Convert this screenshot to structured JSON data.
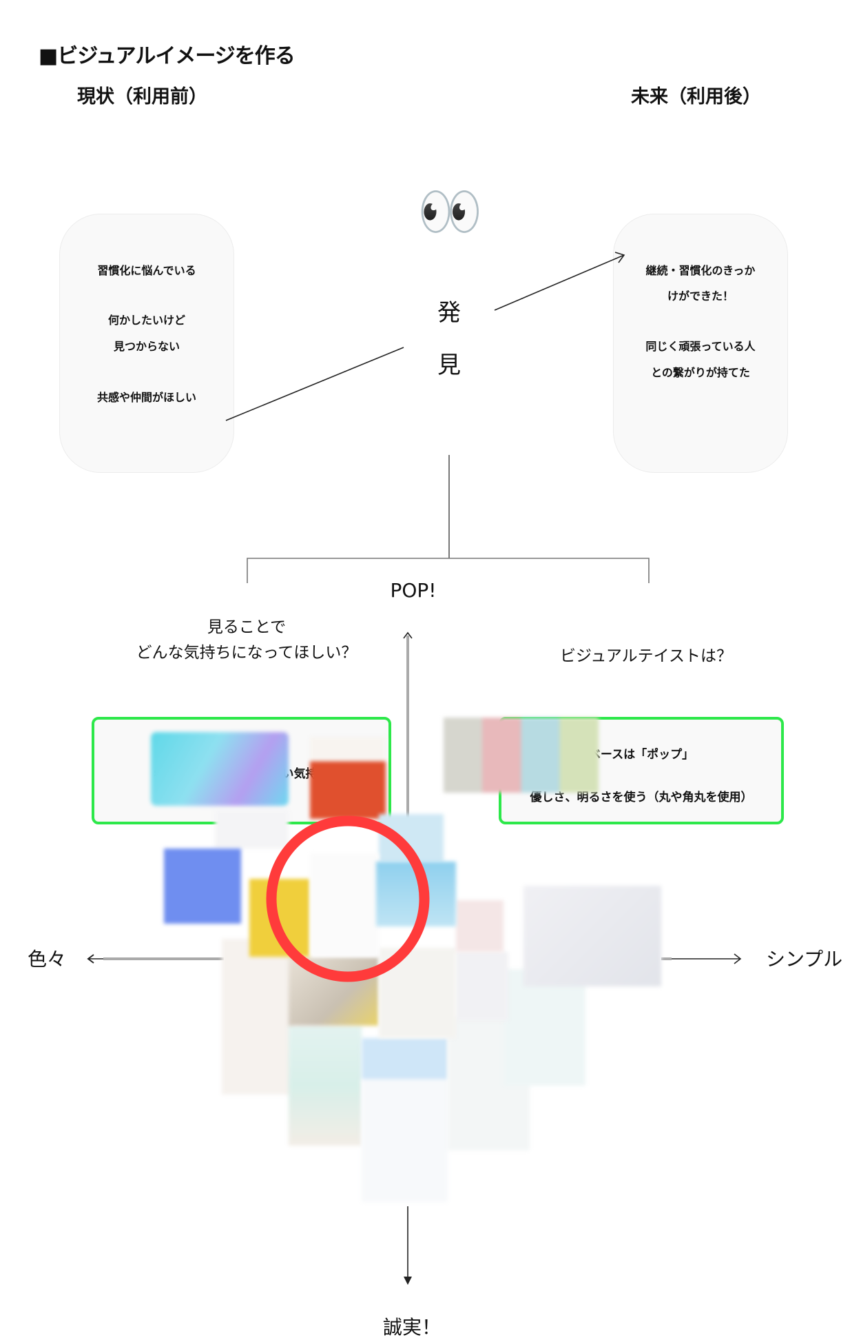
{
  "title": "■ビジュアルイメージを作る",
  "before": {
    "heading": "現状（利用前）",
    "items": [
      "習慣化に悩んでいる",
      "何かしたいけど",
      "見つからない",
      "共感や仲間がほしい"
    ]
  },
  "after": {
    "heading": "未来（利用後）",
    "items": [
      "継続・習慣化のきっか",
      "けができた！",
      "同じく頑張っている人",
      "との繋がりが持てた"
    ]
  },
  "center": {
    "eyes": "👀",
    "char1": "発",
    "char2": "見"
  },
  "question_left": {
    "line1": "見ることで",
    "line2": "どんな気持ちになってほしい？",
    "answer": "希望・ポジティブ・明るい気持ち"
  },
  "question_right": {
    "line1": "ビジュアルテイストは？",
    "answer1": "ベースは「ポップ」",
    "answer2": "優しさ、明るさを使う（丸や角丸を使用）"
  },
  "map": {
    "top": "POP!",
    "bottom": "誠実！",
    "left": "色々",
    "right": "シンプル"
  },
  "colors": {
    "accent_green": "#2de84a",
    "highlight_red": "#ff3b3b"
  }
}
